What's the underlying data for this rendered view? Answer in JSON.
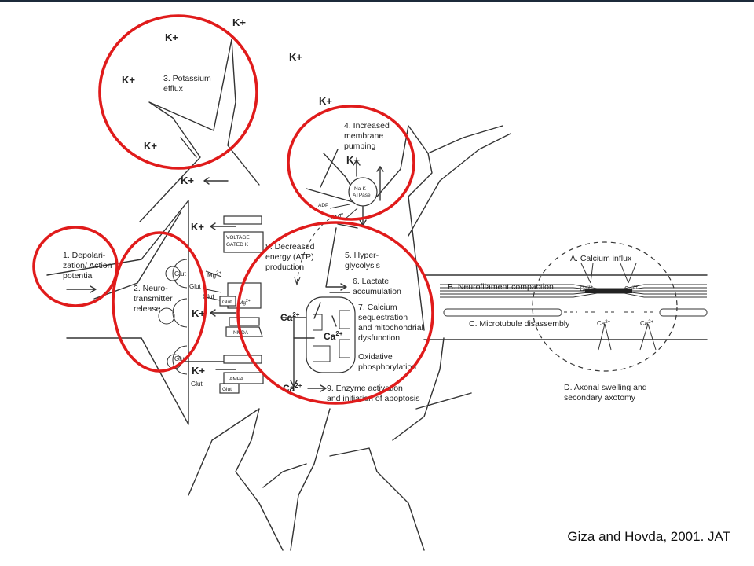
{
  "ions": {
    "k": "K+",
    "ca": "Ca",
    "ca_sup": "2+",
    "mg": "Mg",
    "mg_sup": "2+",
    "glut": "Glut"
  },
  "steps": {
    "s1": [
      "1. Depolari-",
      "zation/ Action",
      "potential"
    ],
    "s2": [
      "2. Neuro-",
      "transmitter",
      "release"
    ],
    "s3": [
      "3. Potassium",
      "efflux"
    ],
    "s4": [
      "4. Increased",
      "membrane",
      "pumping"
    ],
    "s5": [
      "5. Hyper-",
      "glycolysis"
    ],
    "s6": [
      "6. Lactate",
      "accumulation"
    ],
    "s7": [
      "7. Calcium",
      "sequestration",
      "and mitochondrial",
      "dysfunction"
    ],
    "ox": [
      "Oxidative",
      "phosphorylation"
    ],
    "s8": [
      "8. Decreased",
      "energy (ATP)",
      "production"
    ],
    "s9": [
      "9. Enzyme activation",
      "and initiation of apoptosis"
    ]
  },
  "receptors": {
    "voltage_gated": [
      "VOLTAGE",
      "GATED K"
    ],
    "nmda": "NMDA",
    "ampa": "AMPA",
    "pump": [
      "Na-K",
      "ATPase"
    ],
    "adp": "ADP",
    "atp": "ATP"
  },
  "axon": {
    "a": "A. Calcium influx",
    "b": "B. Neurofilament compaction",
    "c": "C. Microtubule disassembly",
    "d": [
      "D. Axonal swelling and",
      "secondary axotomy"
    ]
  },
  "citation": "Giza and Hovda, 2001. JAT",
  "colors": {
    "highlight": "#e01b1b",
    "line": "#333333"
  }
}
